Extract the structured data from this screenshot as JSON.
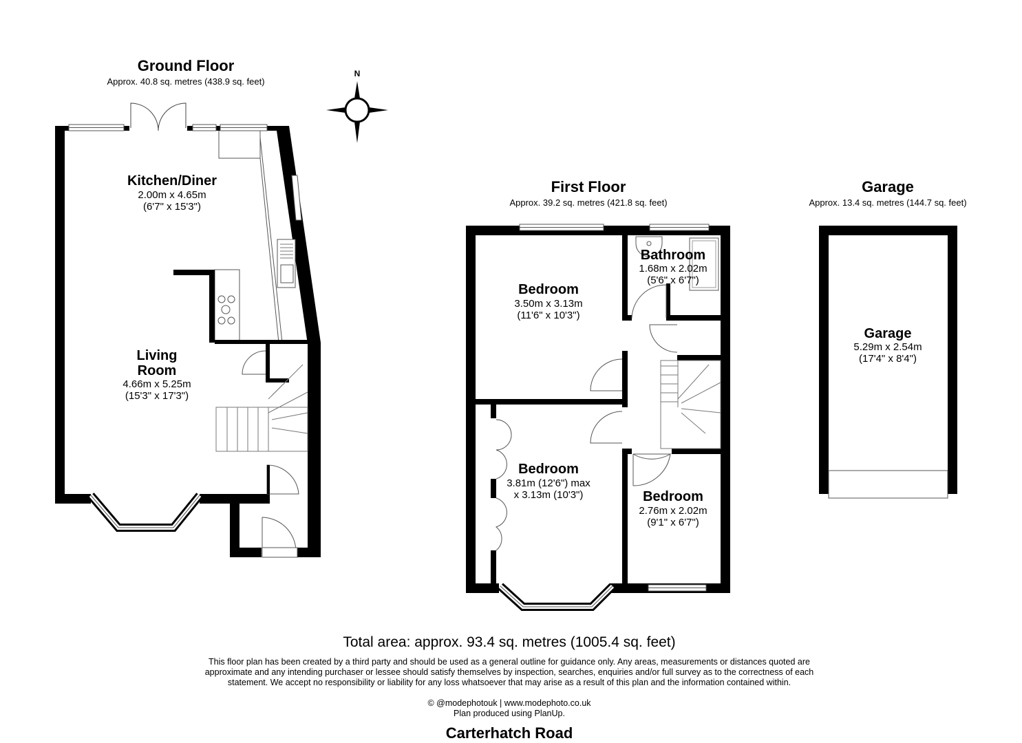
{
  "ground_floor": {
    "title": "Ground Floor",
    "area": "Approx. 40.8 sq. metres (438.9 sq. feet)",
    "kitchen": {
      "name": "Kitchen/Diner",
      "metric": "2.00m x 4.65m",
      "imperial": "(6'7\" x 15'3\")"
    },
    "living": {
      "name_line1": "Living",
      "name_line2": "Room",
      "metric": "4.66m x 5.25m",
      "imperial": "(15'3\" x 17'3\")"
    }
  },
  "compass": {
    "north_label": "N"
  },
  "first_floor": {
    "title": "First Floor",
    "area": "Approx. 39.2 sq. metres (421.8 sq. feet)",
    "bedroom1": {
      "name": "Bedroom",
      "metric": "3.50m x 3.13m",
      "imperial": "(11'6\" x 10'3\")"
    },
    "bathroom": {
      "name": "Bathroom",
      "metric": "1.68m x 2.02m",
      "imperial": "(5'6\" x 6'7\")"
    },
    "bedroom2": {
      "name": "Bedroom",
      "metric": "3.81m (12'6\") max",
      "imperial": "x 3.13m (10'3\")"
    },
    "bedroom3": {
      "name": "Bedroom",
      "metric": "2.76m x 2.02m",
      "imperial": "(9'1\" x 6'7\")"
    }
  },
  "garage": {
    "title": "Garage",
    "area": "Approx. 13.4 sq. metres (144.7 sq. feet)",
    "room": {
      "name": "Garage",
      "metric": "5.29m x 2.54m",
      "imperial": "(17'4\" x 8'4\")"
    }
  },
  "footer": {
    "total": "Total area: approx. 93.4 sq. metres (1005.4 sq. feet)",
    "disclaimer_line1": "This floor plan has been created by a third party and should be used as a general outline for guidance only. Any areas, measurements or distances quoted are",
    "disclaimer_line2": "approximate and any intending purchaser or lessee should satisfy themselves by inspection, searches, enquiries and/or full survey as to the correctness of each",
    "disclaimer_line3": "statement. We accept no responsibility or liability for any loss whatsoever that may arise as a result of this plan and the information contained within.",
    "credit_line1": "© @modephotouk | www.modephoto.co.uk",
    "credit_line2": "Plan produced using PlanUp.",
    "address": "Carterhatch Road"
  },
  "colors": {
    "wall": "#000000",
    "background": "#ffffff",
    "line": "#555555"
  }
}
